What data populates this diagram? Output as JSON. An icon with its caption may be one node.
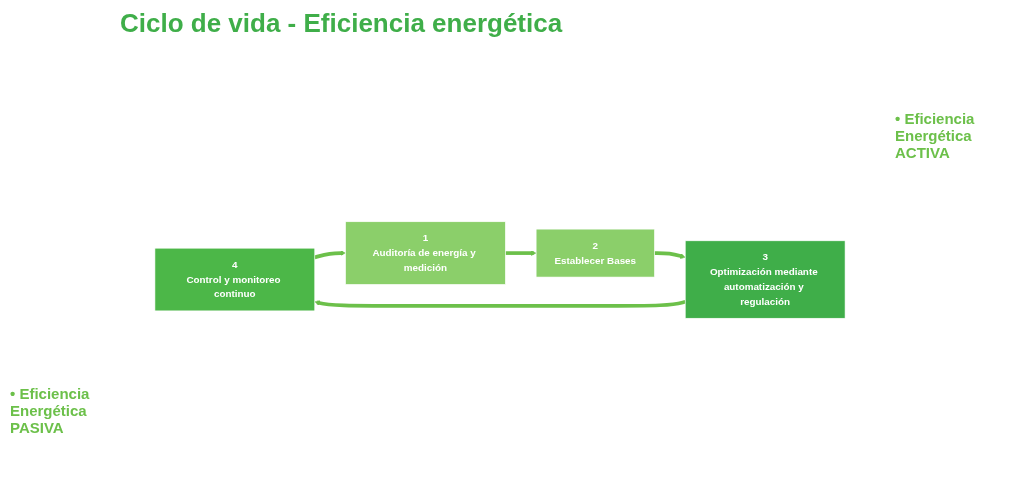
{
  "diagram": {
    "title": "Ciclo de vida - Eficiencia energética",
    "nodes": [
      {
        "text": [
          "4",
          "Control y monitoreo continuo"
        ]
      },
      {
        "text": [
          "1",
          "Auditoría de energía y medición"
        ]
      },
      {
        "text": [
          "3",
          "Optimización mediante automatización y regulación"
        ]
      },
      {
        "text": [
          "2",
          "Establecer Bases"
        ]
      }
    ],
    "edges": [
      {
        "from": 1,
        "to": 3,
        "arrow": "to"
      },
      {
        "from": 3,
        "to": 2,
        "arrow": "to"
      },
      {
        "from": 2,
        "to": 0,
        "arrow": "to"
      },
      {
        "from": 0,
        "to": 1,
        "arrow": "to"
      }
    ],
    "labels": [
      "• Eficiencia Energética ACTIVA",
      "• Eficiencia Energética PASIVA"
    ]
  }
}
